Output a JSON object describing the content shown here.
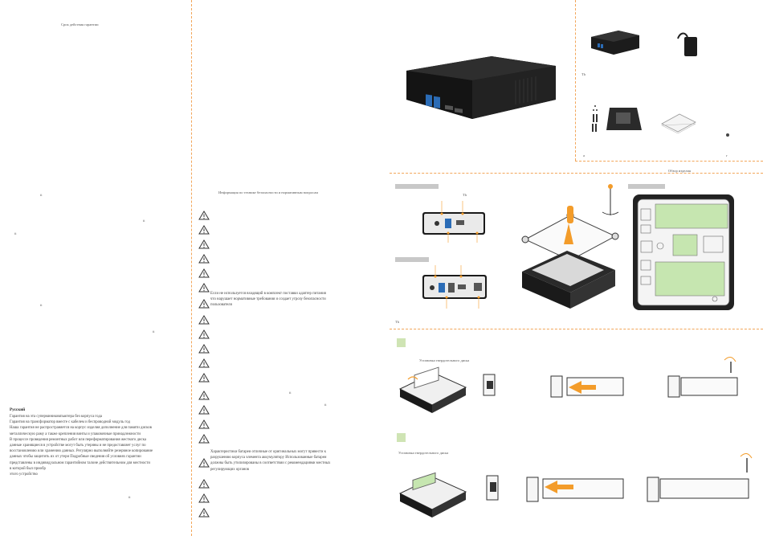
{
  "warranty": {
    "title": "Срок действия гарантии",
    "marks": [
      "ii",
      "ii",
      "ii",
      "ii",
      "ii"
    ],
    "lang": "Русский",
    "lines": [
      "Гарантия на эта суперминикомпьютера                                  без корпуса        года",
      "Гарантия на трансформатор  вместе с кабелем  и беспроводной модуль      год",
      "Наша гарантия не распространяется на корпус изделия  дополнение для памяти дисков",
      "металлическую раму  а также крепления  винты и упаковочные принадлежности",
      "В процессе проведения ремонтных работ или переформатирования жесткого диска",
      "данные хранящиеся в устройстве  могут быть утеряны      и не предоставляет услуг по",
      "восстановлению или хранению данных. Регулярно выполняйте резервное копирование",
      "данных  чтобы защитить их от утери  Подробные сведения об условиях гарантии",
      "представлены в индивидуальном гарантийном талоне  действительном для местности",
      "в которой был приобр",
      "этого устройство"
    ],
    "footer_mark": "ii"
  },
  "safety": {
    "title": "Информация по технике безопасности и нормативным вопросам",
    "adapter_note": [
      "Если не используется входящий в комплект поставки адаптер питания",
      "что нарушает нормативные требования и создает угрозу безопасности",
      "пользователя"
    ],
    "battery_note": [
      "Характеристики батареи отличные от оригинальных могут привести к",
      "разрушению корпуса элемента  аккумулятору   Использованные батареи",
      "должны быть утилизированы в соответствии с рекомендациями местных",
      "регулирующих органов"
    ],
    "marks": [
      "ii",
      "ii"
    ]
  },
  "box": {
    "th_label": "Th",
    "corner_a": "a",
    "corner_b": "г"
  },
  "overview": {
    "title": "Обзор изделия",
    "th_label": "Th",
    "section_th": "Th"
  },
  "steps": {
    "hdd_title": "Установка твердотельного диска",
    "ssd_title": "Установка твердотельного диска"
  },
  "colors": {
    "dashed": "#f2a65a",
    "accent_orange": "#f39c2a",
    "green": "#cfe4b4",
    "board_green": "#c6e6b0",
    "device": "#1e1e1e"
  }
}
